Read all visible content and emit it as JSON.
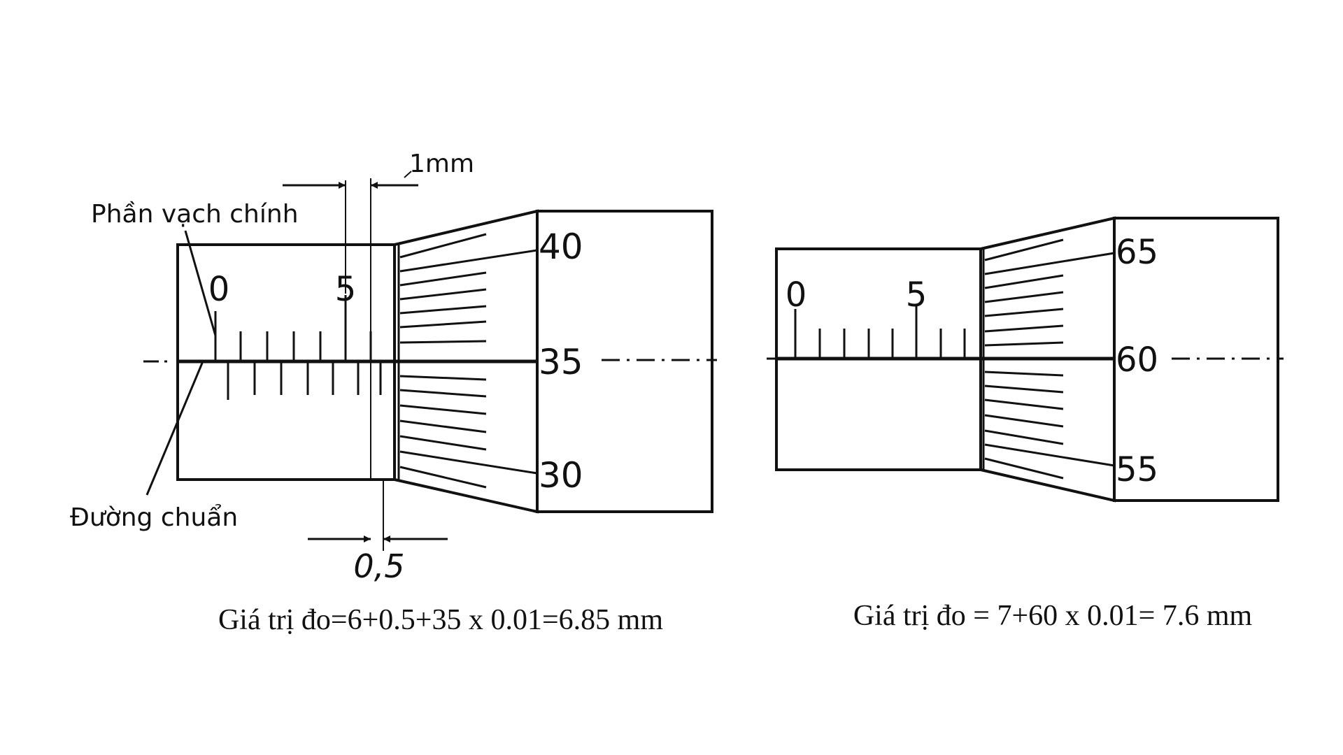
{
  "left": {
    "label_main_scale": "Phần vạch chính",
    "label_reference_line": "Đường chuẩn",
    "dim_1mm": "1mm",
    "dim_half": "0,5",
    "sleeve_zero": "0",
    "sleeve_five": "5",
    "thimble_top": "40",
    "thimble_mid": "35",
    "thimble_bot": "30",
    "caption": "Giá trị đo=6+0.5+35 x 0.01=6.85 mm"
  },
  "right": {
    "sleeve_zero": "0",
    "sleeve_five": "5",
    "thimble_top": "65",
    "thimble_mid": "60",
    "thimble_bot": "55",
    "caption": "Giá trị đo = 7+60 x 0.01= 7.6 mm"
  }
}
